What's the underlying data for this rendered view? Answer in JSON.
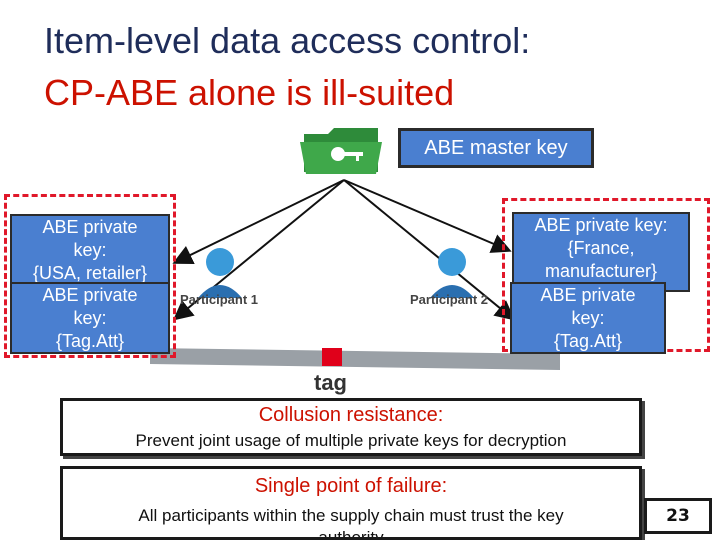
{
  "title": {
    "line1": "Item-level data access control:",
    "line2": "CP-ABE alone is ill-suited"
  },
  "master_key": {
    "label": "ABE master key",
    "icon": "key-folder-icon"
  },
  "left_group": {
    "key1": [
      "ABE private",
      "key:",
      "{USA, retailer}"
    ],
    "key2": [
      "ABE private",
      "key:",
      "{Tag.Att}"
    ],
    "participant": "Participant 1"
  },
  "right_group": {
    "key1": [
      "ABE private key:",
      "{France,",
      "manufacturer}"
    ],
    "key2": [
      "ABE private",
      "key:",
      "{Tag.Att}"
    ],
    "participant": "Participant 2"
  },
  "tag": {
    "label": "tag"
  },
  "collusion": {
    "heading": "Collusion resistance:",
    "text": "Prevent joint usage of multiple private keys for decryption"
  },
  "failure": {
    "heading": "Single point of failure:",
    "text1": "All participants within the supply chain must trust the key",
    "text2": "authority"
  },
  "page_number": "23",
  "colors": {
    "title": "#1f2d5a",
    "accent": "#cc1100",
    "key_box": "#4a7fd0",
    "dashed": "#e0182a"
  }
}
